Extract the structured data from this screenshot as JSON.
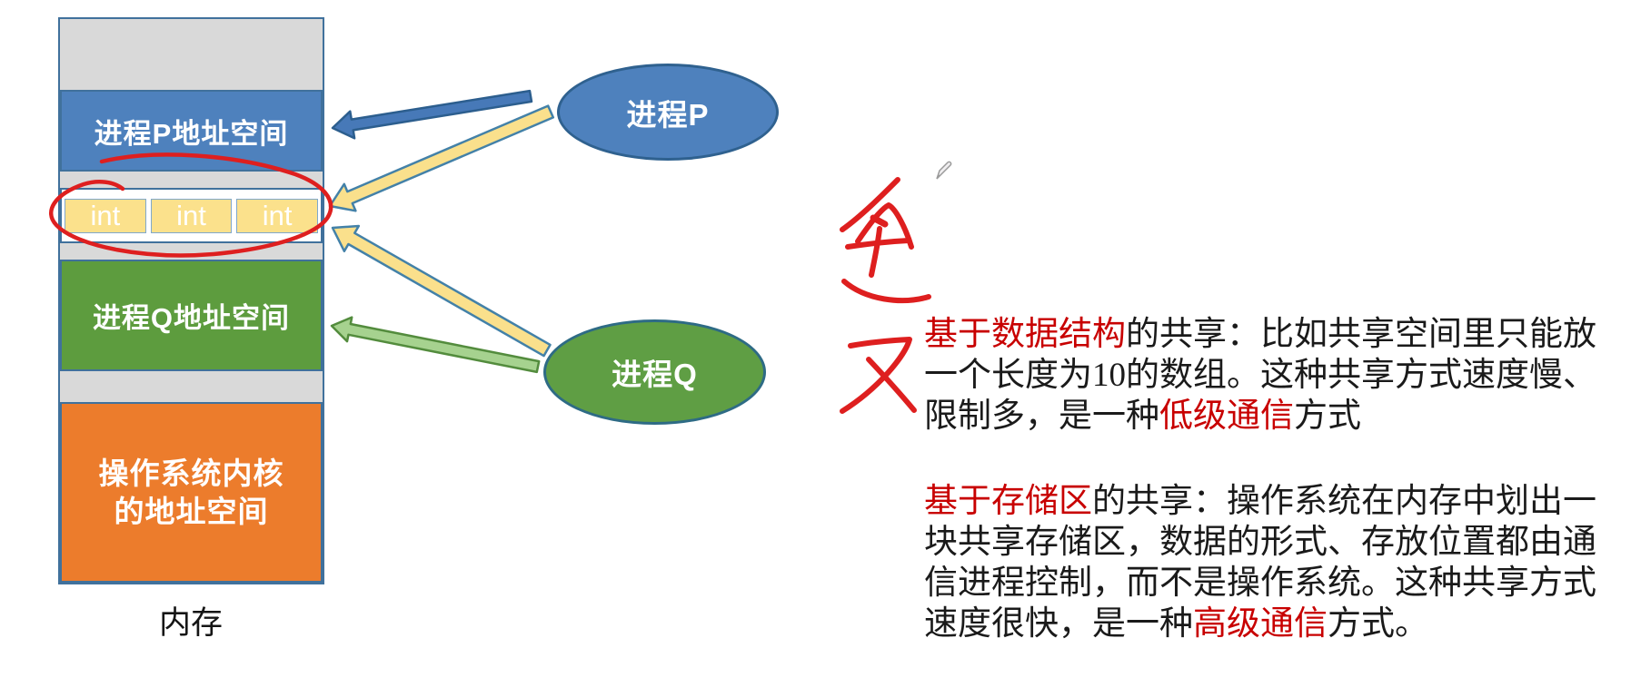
{
  "memory": {
    "caption": "内存",
    "blocks": {
      "process_p": "进程P地址空间",
      "process_q": "进程Q地址空间",
      "kernel_line1": "操作系统内核",
      "kernel_line2": "的地址空间"
    },
    "int_cells": [
      "int",
      "int",
      "int"
    ]
  },
  "processes": {
    "p": "进程P",
    "q": "进程Q"
  },
  "paragraphs": [
    {
      "name": "shared-by-data-structure",
      "lines": [
        [
          {
            "t": "基于数据结构",
            "red": true
          },
          {
            "t": "的共享：比如共享空间里只能放"
          }
        ],
        [
          {
            "t": "一个长度为10的数组。这种共享方式速度慢、"
          }
        ],
        [
          {
            "t": "限制多，是一种"
          },
          {
            "t": "低级通信",
            "red": true
          },
          {
            "t": "方式"
          }
        ]
      ]
    },
    {
      "name": "shared-by-storage-area",
      "lines": [
        [
          {
            "t": "基于存储区",
            "red": true
          },
          {
            "t": "的共享：操作系统在内存中划出一"
          }
        ],
        [
          {
            "t": "块共享存储区，数据的形式、存放位置都由通"
          }
        ],
        [
          {
            "t": "信进程控制，而不是操作系统。这种共享方式"
          }
        ],
        [
          {
            "t": "速度很快，是一种"
          },
          {
            "t": "高级通信",
            "red": true
          },
          {
            "t": "方式。"
          }
        ]
      ]
    }
  ],
  "colors": {
    "block_blue": "#4E81BD",
    "block_green": "#5D9C3E",
    "block_orange": "#EC7C2C",
    "block_gray": "#D9D9D9",
    "cell_yellow": "#FBE18C",
    "box_border": "#40719C",
    "cell_border": "#7FA8CC",
    "arrow_blue_fill": "#4779B8",
    "arrow_blue_stroke": "#2C5E8E",
    "arrow_yellow_fill": "#FAE08C",
    "arrow_yellow_stroke": "#4381A8",
    "arrow_green_fill": "#A6D28F",
    "arrow_green_stroke": "#538C3D",
    "ellipse_p_fill": "#4E81BD",
    "ellipse_p_border": "#2F618F",
    "ellipse_q_fill": "#5F9E44",
    "ellipse_q_border": "#2E6B85",
    "ink_red": "#DE1F1F",
    "text_red": "#C80000",
    "text_black": "#1A1A1A"
  }
}
